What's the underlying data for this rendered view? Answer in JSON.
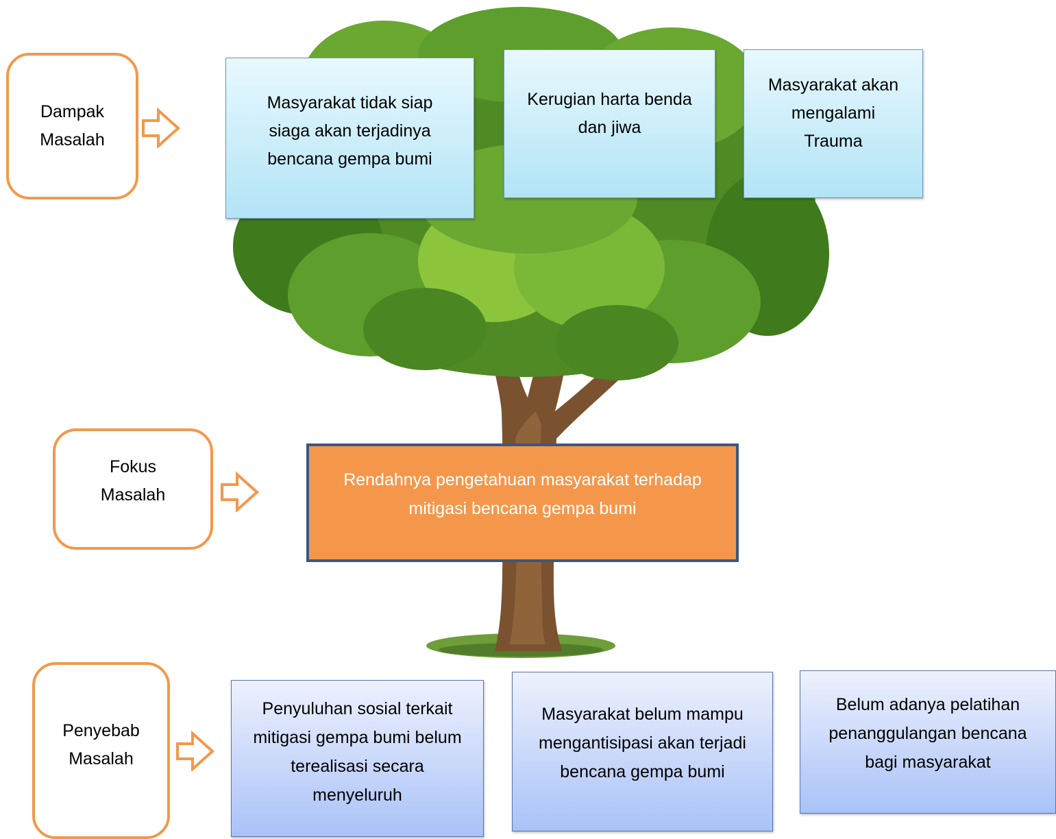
{
  "labels": {
    "dampak": "Dampak\nMasalah",
    "fokus": "Fokus\nMasalah",
    "penyebab": "Penyebab\nMasalah"
  },
  "effects": [
    "Masyarakat tidak siap siaga akan terjadinya bencana gempa bumi",
    "Kerugian harta benda dan jiwa",
    "Masyarakat akan mengalami Trauma"
  ],
  "focus": "Rendahnya pengetahuan masyarakat terhadap mitigasi bencana gempa bumi",
  "causes": [
    "Penyuluhan sosial terkait mitigasi gempa bumi belum terealisasi secara menyeluruh",
    "Masyarakat belum mampu mengantisipasi akan terjadi bencana gempa bumi",
    "Belum adanya pelatihan penanggulangan bencana bagi masyarakat"
  ],
  "colors": {
    "label_border": "#f2994a",
    "focus_fill": "#f5974a",
    "focus_border": "#3d5680",
    "effect_fill": "#c8eefb",
    "cause_fill": "#c7d6fb",
    "foliage": "#5e9e2c",
    "trunk": "#7a5230"
  }
}
